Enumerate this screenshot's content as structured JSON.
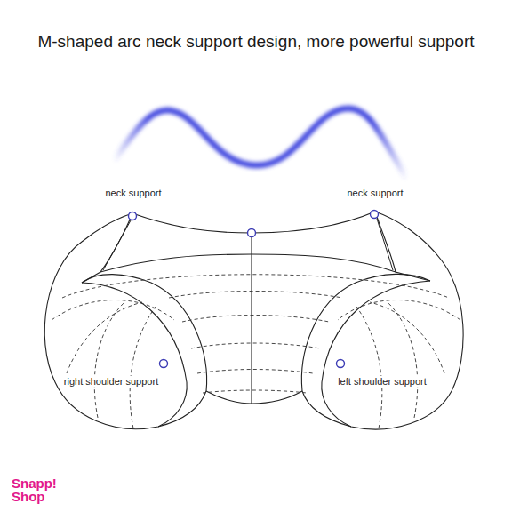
{
  "diagram": {
    "title": "M-shaped arc neck support design, more powerful support",
    "labels": [
      "neck support",
      "neck support",
      "right shoulder support",
      "left shoulder support",
      "Snapp! Shop"
    ]
  }
}
